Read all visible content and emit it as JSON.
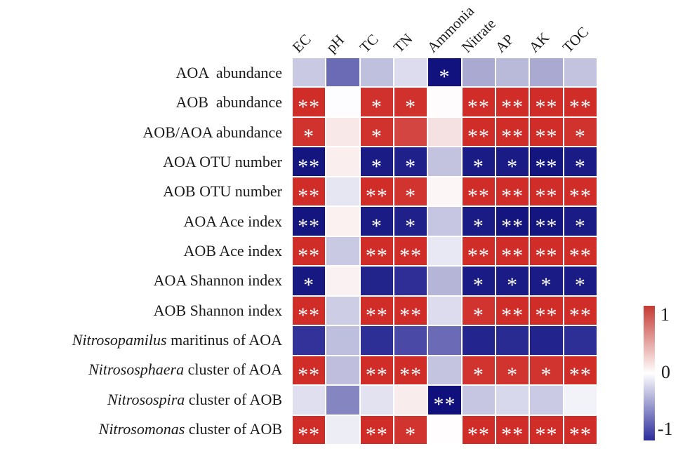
{
  "chart_data": {
    "type": "heatmap",
    "title": "",
    "columns": [
      "EC",
      "pH",
      "TC",
      "TN",
      "Ammonia",
      "Nitrate",
      "AP",
      "AK",
      "TOC"
    ],
    "significance_symbols": [
      "*",
      "**"
    ],
    "rows": [
      {
        "label": "AOA  abundance",
        "italic": "",
        "rest": "",
        "cells": [
          {
            "v": -0.25,
            "c": "#c9c9e3",
            "s": ""
          },
          {
            "v": -0.55,
            "c": "#6a6ab5",
            "s": ""
          },
          {
            "v": -0.3,
            "c": "#bfbfde",
            "s": ""
          },
          {
            "v": -0.15,
            "c": "#dcdcee",
            "s": ""
          },
          {
            "v": -0.95,
            "c": "#12127e",
            "s": "*"
          },
          {
            "v": -0.4,
            "c": "#a9a9d1",
            "s": ""
          },
          {
            "v": -0.32,
            "c": "#b9b9da",
            "s": ""
          },
          {
            "v": -0.4,
            "c": "#a9a9d1",
            "s": ""
          },
          {
            "v": -0.27,
            "c": "#c3c3e0",
            "s": ""
          }
        ]
      },
      {
        "label": "AOB  abundance",
        "italic": "",
        "rest": "",
        "cells": [
          {
            "v": 0.9,
            "c": "#d02c28",
            "s": "**"
          },
          {
            "v": 0.0,
            "c": "#fdfdff",
            "s": ""
          },
          {
            "v": 0.85,
            "c": "#d0312c",
            "s": "*"
          },
          {
            "v": 0.85,
            "c": "#d0312c",
            "s": "*"
          },
          {
            "v": 0.0,
            "c": "#fffcfd",
            "s": ""
          },
          {
            "v": 0.9,
            "c": "#d02c28",
            "s": "**"
          },
          {
            "v": 0.9,
            "c": "#d02c28",
            "s": "**"
          },
          {
            "v": 0.9,
            "c": "#d02c28",
            "s": "**"
          },
          {
            "v": 0.9,
            "c": "#d02c28",
            "s": "**"
          }
        ]
      },
      {
        "label": "AOB/AOA abundance",
        "italic": "",
        "rest": "",
        "cells": [
          {
            "v": 0.85,
            "c": "#d0332e",
            "s": "*"
          },
          {
            "v": 0.08,
            "c": "#f8e8e8",
            "s": ""
          },
          {
            "v": 0.85,
            "c": "#d0332e",
            "s": "*"
          },
          {
            "v": 0.72,
            "c": "#d24540",
            "s": ""
          },
          {
            "v": 0.1,
            "c": "#f5e1e1",
            "s": ""
          },
          {
            "v": 0.9,
            "c": "#d02c28",
            "s": "**"
          },
          {
            "v": 0.9,
            "c": "#d02c28",
            "s": "**"
          },
          {
            "v": 0.9,
            "c": "#d02c28",
            "s": "**"
          },
          {
            "v": 0.85,
            "c": "#d0332e",
            "s": "*"
          }
        ]
      },
      {
        "label": "AOA OTU number",
        "italic": "",
        "rest": "",
        "cells": [
          {
            "v": -0.95,
            "c": "#15157f",
            "s": "**"
          },
          {
            "v": 0.05,
            "c": "#faeeee",
            "s": ""
          },
          {
            "v": -0.9,
            "c": "#1b1b85",
            "s": "*"
          },
          {
            "v": -0.85,
            "c": "#20208a",
            "s": "*"
          },
          {
            "v": -0.25,
            "c": "#c3c3e0",
            "s": ""
          },
          {
            "v": -0.9,
            "c": "#1b1b85",
            "s": "*"
          },
          {
            "v": -0.9,
            "c": "#1b1b85",
            "s": "*"
          },
          {
            "v": -0.95,
            "c": "#15157f",
            "s": "**"
          },
          {
            "v": -0.9,
            "c": "#1b1b85",
            "s": "*"
          }
        ]
      },
      {
        "label": "AOB OTU number",
        "italic": "",
        "rest": "",
        "cells": [
          {
            "v": 0.9,
            "c": "#d02c28",
            "s": "**"
          },
          {
            "v": -0.12,
            "c": "#e6e6f3",
            "s": ""
          },
          {
            "v": 0.9,
            "c": "#d02c28",
            "s": "**"
          },
          {
            "v": 0.85,
            "c": "#d1332e",
            "s": "*"
          },
          {
            "v": 0.02,
            "c": "#fdf6f7",
            "s": ""
          },
          {
            "v": 0.9,
            "c": "#d02c28",
            "s": "**"
          },
          {
            "v": 0.9,
            "c": "#d02c28",
            "s": "**"
          },
          {
            "v": 0.9,
            "c": "#d02c28",
            "s": "**"
          },
          {
            "v": 0.9,
            "c": "#d02c28",
            "s": "**"
          }
        ]
      },
      {
        "label": "AOA Ace index",
        "italic": "",
        "rest": "",
        "cells": [
          {
            "v": -0.95,
            "c": "#15157f",
            "s": "**"
          },
          {
            "v": 0.04,
            "c": "#fbf1f1",
            "s": ""
          },
          {
            "v": -0.9,
            "c": "#1b1b85",
            "s": "*"
          },
          {
            "v": -0.85,
            "c": "#20208a",
            "s": "*"
          },
          {
            "v": -0.27,
            "c": "#c6c6e2",
            "s": ""
          },
          {
            "v": -0.9,
            "c": "#1b1b85",
            "s": "*"
          },
          {
            "v": -0.95,
            "c": "#15157f",
            "s": "**"
          },
          {
            "v": -0.95,
            "c": "#15157f",
            "s": "**"
          },
          {
            "v": -0.9,
            "c": "#1b1b85",
            "s": "*"
          }
        ]
      },
      {
        "label": "AOB Ace index",
        "italic": "",
        "rest": "",
        "cells": [
          {
            "v": 0.9,
            "c": "#d02c28",
            "s": "**"
          },
          {
            "v": -0.25,
            "c": "#c9c9e4",
            "s": ""
          },
          {
            "v": 0.9,
            "c": "#d02c28",
            "s": "**"
          },
          {
            "v": 0.9,
            "c": "#d02c28",
            "s": "**"
          },
          {
            "v": -0.1,
            "c": "#e8e8f4",
            "s": ""
          },
          {
            "v": 0.9,
            "c": "#d02c28",
            "s": "**"
          },
          {
            "v": 0.9,
            "c": "#d02c28",
            "s": "**"
          },
          {
            "v": 0.9,
            "c": "#d02c28",
            "s": "**"
          },
          {
            "v": 0.9,
            "c": "#d02c28",
            "s": "**"
          }
        ]
      },
      {
        "label": "AOA Shannon index",
        "italic": "",
        "rest": "",
        "cells": [
          {
            "v": -0.92,
            "c": "#181882",
            "s": "*"
          },
          {
            "v": 0.05,
            "c": "#f9f1f2",
            "s": ""
          },
          {
            "v": -0.85,
            "c": "#23238c",
            "s": ""
          },
          {
            "v": -0.8,
            "c": "#2e2e96",
            "s": ""
          },
          {
            "v": -0.35,
            "c": "#b5b5d8",
            "s": ""
          },
          {
            "v": -0.9,
            "c": "#1b1b85",
            "s": "*"
          },
          {
            "v": -0.9,
            "c": "#1b1b85",
            "s": "*"
          },
          {
            "v": -0.9,
            "c": "#1b1b85",
            "s": "*"
          },
          {
            "v": -0.9,
            "c": "#1b1b85",
            "s": "*"
          }
        ]
      },
      {
        "label": "AOB Shannon index",
        "italic": "",
        "rest": "",
        "cells": [
          {
            "v": 0.9,
            "c": "#d02c28",
            "s": "**"
          },
          {
            "v": -0.23,
            "c": "#cdcde6",
            "s": ""
          },
          {
            "v": 0.9,
            "c": "#d02c28",
            "s": "**"
          },
          {
            "v": 0.9,
            "c": "#d02c28",
            "s": "**"
          },
          {
            "v": -0.15,
            "c": "#dcdcee",
            "s": ""
          },
          {
            "v": 0.85,
            "c": "#d1332e",
            "s": "*"
          },
          {
            "v": 0.9,
            "c": "#d02c28",
            "s": "**"
          },
          {
            "v": 0.9,
            "c": "#d02c28",
            "s": "**"
          },
          {
            "v": 0.9,
            "c": "#d02c28",
            "s": "**"
          }
        ]
      },
      {
        "label": "",
        "italic": "Nitrosopamilus",
        "rest": " maritinus of AOA",
        "cells": [
          {
            "v": -0.8,
            "c": "#32329a",
            "s": ""
          },
          {
            "v": -0.3,
            "c": "#bebede",
            "s": ""
          },
          {
            "v": -0.82,
            "c": "#2e2e97",
            "s": ""
          },
          {
            "v": -0.7,
            "c": "#4a4aa6",
            "s": ""
          },
          {
            "v": -0.6,
            "c": "#6a6ab6",
            "s": ""
          },
          {
            "v": -0.88,
            "c": "#24248e",
            "s": ""
          },
          {
            "v": -0.85,
            "c": "#2a2a93",
            "s": ""
          },
          {
            "v": -0.87,
            "c": "#23238d",
            "s": ""
          },
          {
            "v": -0.82,
            "c": "#2e2e97",
            "s": ""
          }
        ]
      },
      {
        "label": "",
        "italic": "Nitrososphaera",
        "rest": " cluster of AOA",
        "cells": [
          {
            "v": 0.9,
            "c": "#d02c28",
            "s": "**"
          },
          {
            "v": -0.3,
            "c": "#bfbfdd",
            "s": ""
          },
          {
            "v": 0.9,
            "c": "#d02c28",
            "s": "**"
          },
          {
            "v": 0.9,
            "c": "#d02c28",
            "s": "**"
          },
          {
            "v": -0.28,
            "c": "#c4c4e0",
            "s": ""
          },
          {
            "v": 0.85,
            "c": "#d1332e",
            "s": "*"
          },
          {
            "v": 0.85,
            "c": "#d1332e",
            "s": "*"
          },
          {
            "v": 0.85,
            "c": "#d1332e",
            "s": "*"
          },
          {
            "v": 0.9,
            "c": "#d02c28",
            "s": "**"
          }
        ]
      },
      {
        "label": "",
        "italic": "Nitrosospira",
        "rest": " cluster of AOB",
        "cells": [
          {
            "v": -0.13,
            "c": "#dfdff0",
            "s": ""
          },
          {
            "v": -0.5,
            "c": "#8585c1",
            "s": ""
          },
          {
            "v": -0.12,
            "c": "#e2e2f1",
            "s": ""
          },
          {
            "v": 0.07,
            "c": "#f9ecec",
            "s": ""
          },
          {
            "v": -0.97,
            "c": "#10107c",
            "s": "**"
          },
          {
            "v": -0.27,
            "c": "#c6c6e2",
            "s": ""
          },
          {
            "v": -0.18,
            "c": "#d8d8ec",
            "s": ""
          },
          {
            "v": -0.25,
            "c": "#cacae4",
            "s": ""
          },
          {
            "v": -0.05,
            "c": "#f2f2f9",
            "s": ""
          }
        ]
      },
      {
        "label": "",
        "italic": "Nitrosomonas",
        "rest": " cluster of AOB",
        "cells": [
          {
            "v": 0.9,
            "c": "#d02c28",
            "s": "**"
          },
          {
            "v": -0.07,
            "c": "#ededf6",
            "s": ""
          },
          {
            "v": 0.9,
            "c": "#d02c28",
            "s": "**"
          },
          {
            "v": 0.85,
            "c": "#d1332e",
            "s": "*"
          },
          {
            "v": 0.0,
            "c": "#fffdfe",
            "s": ""
          },
          {
            "v": 0.9,
            "c": "#d02c28",
            "s": "**"
          },
          {
            "v": 0.9,
            "c": "#d02c28",
            "s": "**"
          },
          {
            "v": 0.9,
            "c": "#d02c28",
            "s": "**"
          },
          {
            "v": 0.9,
            "c": "#d02c28",
            "s": "**"
          }
        ]
      }
    ],
    "colorbar": {
      "min": -1,
      "max": 1,
      "labels": {
        "top": "1",
        "middle": "0",
        "bottom": "-1"
      },
      "gradient": [
        "#c53a33",
        "#ffffff",
        "#2c2c9c"
      ],
      "position": "right"
    },
    "accent_colors": {
      "positive_red": "#d02c28",
      "negative_navy": "#15157f",
      "star_white": "#ffffff"
    },
    "grid": "white 2px gaps between cells",
    "legend_position": "none"
  }
}
